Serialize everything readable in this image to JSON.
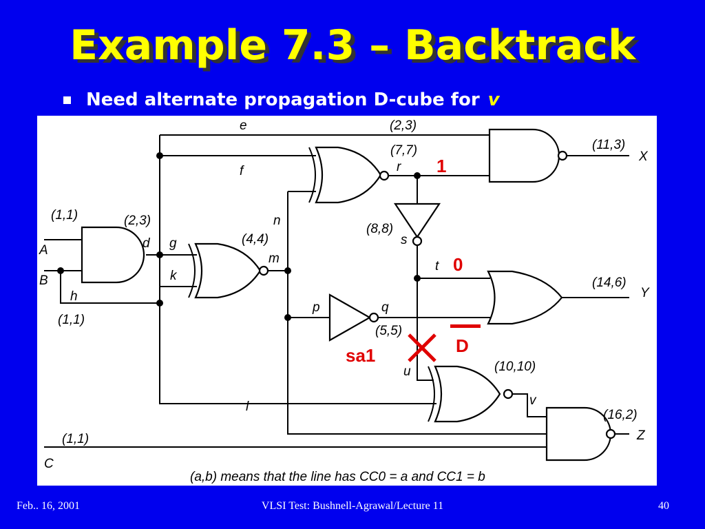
{
  "slide": {
    "title": "Example 7.3 – Backtrack",
    "bullet_text": "Need alternate propagation D-cube for",
    "bullet_var": "v"
  },
  "circuit": {
    "signals": {
      "A": "A",
      "B": "B",
      "C": "C",
      "h": "h",
      "d": "d",
      "g": "g",
      "k": "k",
      "m": "m",
      "n": "n",
      "e": "e",
      "f": "f",
      "r": "r",
      "s": "s",
      "t": "t",
      "p": "p",
      "q": "q",
      "u": "u",
      "l": "l",
      "v": "v",
      "X": "X",
      "Y": "Y",
      "Z": "Z"
    },
    "measures": {
      "A": "(1,1)",
      "d": "(2,3)",
      "h": "(1,1)",
      "m": "(4,4)",
      "e": "(2,3)",
      "r": "(7,7)",
      "X": "(11,3)",
      "s": "(8,8)",
      "q": "(5,5)",
      "Y": "(14,6)",
      "v": "(10,10)",
      "Z": "(16,2)",
      "C": "(1,1)"
    },
    "annotations": {
      "r_value": "1",
      "t_value": "0",
      "fault_value": "D",
      "fault_label": "sa1"
    },
    "legend": "(a,b) means that the line has CC0 = a and CC1 = b"
  },
  "footer": {
    "date": "Feb.. 16, 2001",
    "course": "VLSI Test: Bushnell-Agrawal/Lecture 11",
    "page": "40"
  },
  "colors": {
    "background": "#0000ee",
    "title": "#ffff00",
    "annotation": "#e00000"
  }
}
